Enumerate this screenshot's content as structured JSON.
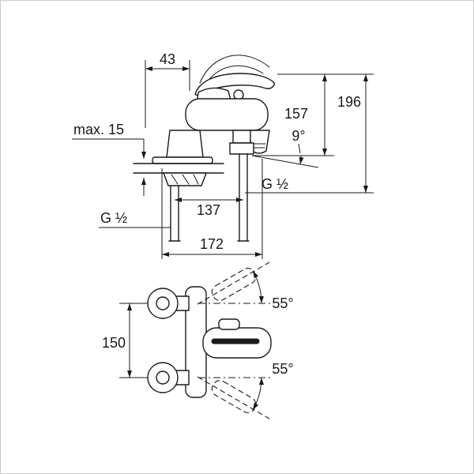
{
  "colors": {
    "line": "#1a1a1a",
    "background": "#ffffff",
    "frame": "#cdcdcd"
  },
  "top_view": {
    "dim_43": "43",
    "dim_max15": "max. 15",
    "dim_157": "157",
    "dim_196": "196",
    "angle_9": "9°",
    "thread_right": "G ½",
    "dim_137": "137",
    "thread_left": "G ½",
    "dim_172": "172"
  },
  "front_view": {
    "dim_150": "150",
    "angle_top_55": "55°",
    "angle_bottom_55": "55°"
  }
}
